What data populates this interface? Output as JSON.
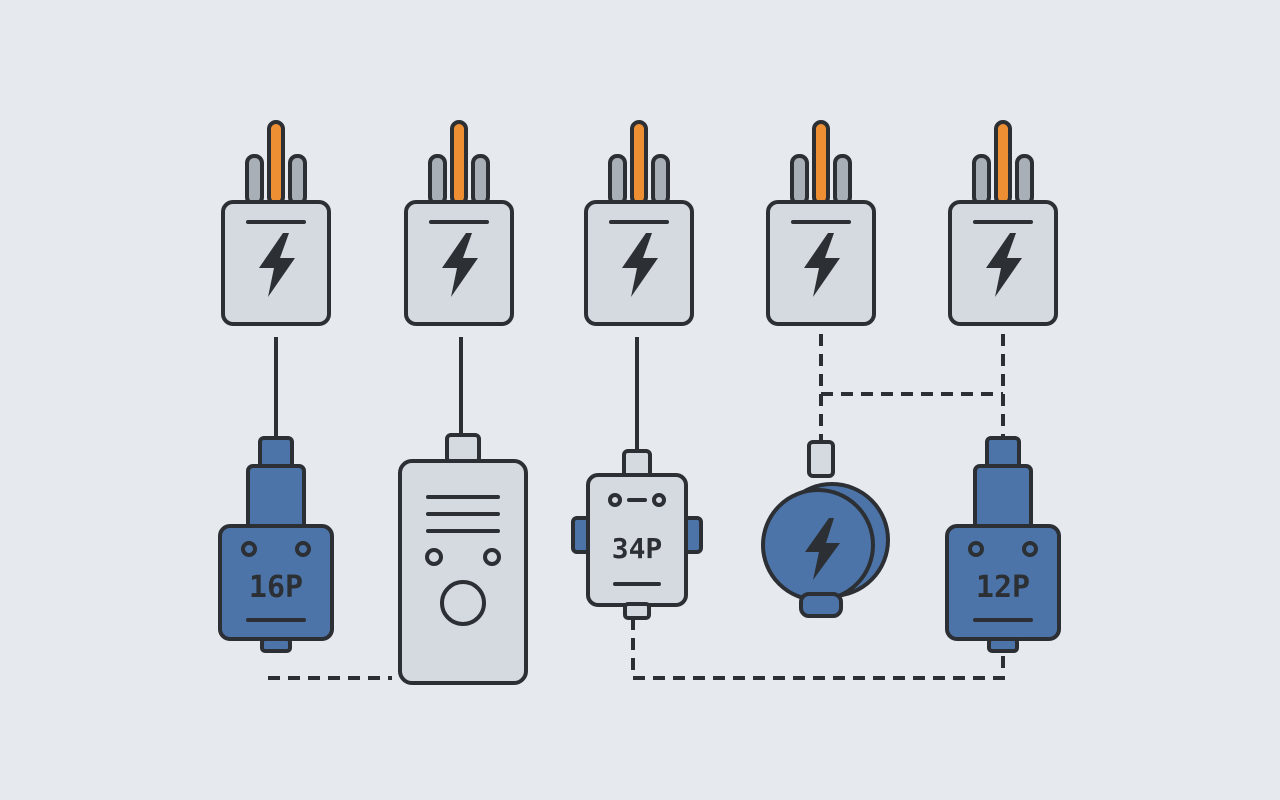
{
  "colors": {
    "background": "#e6e9ed",
    "outline": "#2c2f33",
    "light_fill": "#d5dae1",
    "blue_fill": "#4c74a8",
    "orange_pin": "#ef8f34",
    "gray_pin": "#a9afb7"
  },
  "icons": {
    "charger": "lightning-bolt-icon",
    "device": "lightning-bolt-icon"
  },
  "chargers": [
    {
      "id": "charger-1"
    },
    {
      "id": "charger-2"
    },
    {
      "id": "charger-3"
    },
    {
      "id": "charger-4"
    },
    {
      "id": "charger-5"
    }
  ],
  "devices": [
    {
      "id": "connector-16p",
      "type": "blue-connector",
      "label": "16P"
    },
    {
      "id": "power-bank",
      "type": "power-bank",
      "label": ""
    },
    {
      "id": "module-34p",
      "type": "module",
      "label": "34P"
    },
    {
      "id": "round-adapter",
      "type": "round-adapter",
      "label": ""
    },
    {
      "id": "connector-12p",
      "type": "blue-connector",
      "label": "12P"
    }
  ]
}
